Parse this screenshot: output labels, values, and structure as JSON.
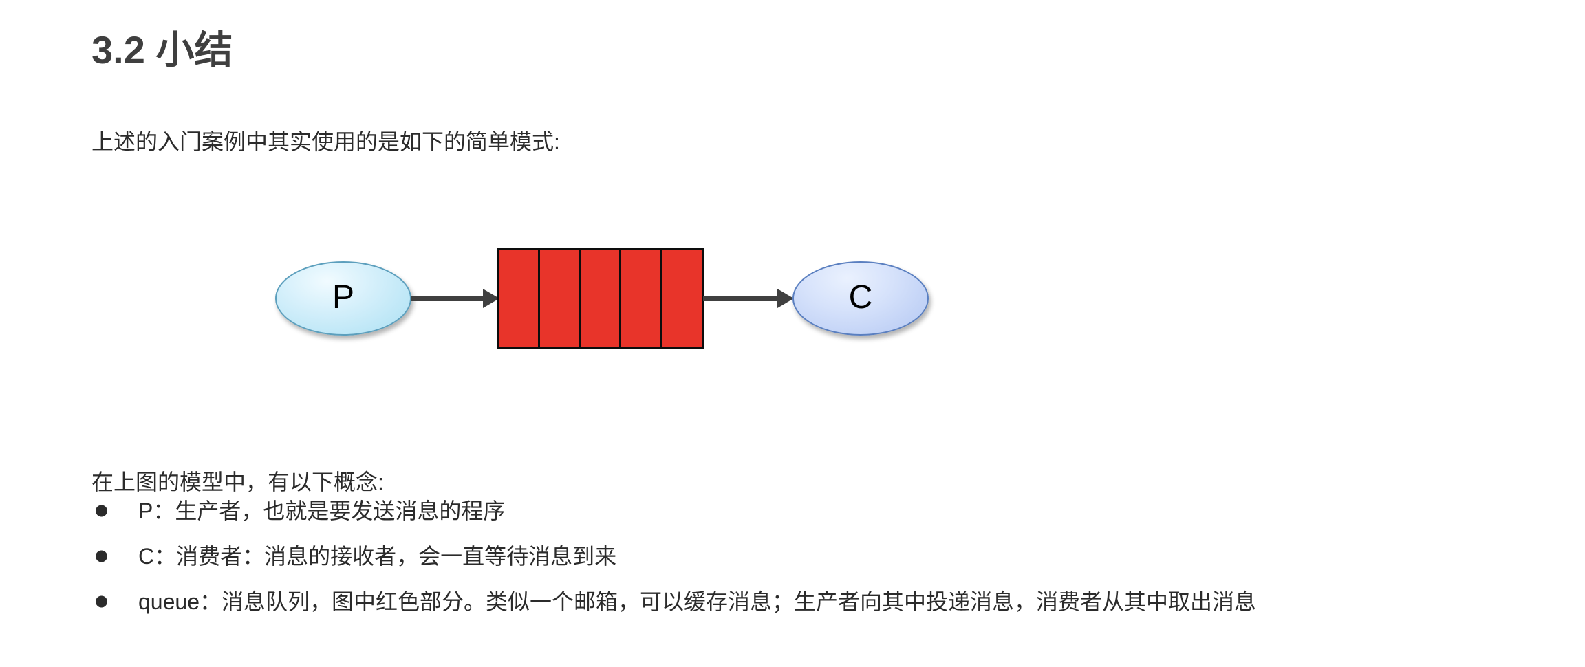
{
  "document": {
    "heading": "3.2 小结",
    "intro_paragraph": "上述的入门案例中其实使用的是如下的简单模式:",
    "concepts_intro": "在上图的模型中，有以下概念:",
    "bullets": [
      {
        "marker": "bullet-dot",
        "text": "P：生产者，也就是要发送消息的程序"
      },
      {
        "marker": "bullet-dot",
        "text": "C：消费者：消息的接收者，会一直等待消息到来"
      },
      {
        "marker": "bullet-dot",
        "text": "queue：消息队列，图中红色部分。类似一个邮箱，可以缓存消息；生产者向其中投递消息，消费者从其中取出消息"
      }
    ]
  },
  "diagram": {
    "producer": {
      "label": "P",
      "shape": "ellipse",
      "fill": "#d6f0fb",
      "border": "#5c9fbd"
    },
    "consumer": {
      "label": "C",
      "shape": "ellipse",
      "fill": "#d6e2fb",
      "border": "#5a7fc0"
    },
    "queue": {
      "cell_count": 5,
      "fill": "#E8342A",
      "border": "#0d0d0d"
    },
    "arrows": [
      {
        "from": "P",
        "to": "queue",
        "color": "#404040"
      },
      {
        "from": "queue",
        "to": "C",
        "color": "#404040"
      }
    ]
  },
  "colors": {
    "heading": "#3f3f3f",
    "body_text": "#2b2b2b",
    "queue_red": "#E8342A",
    "arrow_gray": "#404040",
    "page_background": "#ffffff"
  }
}
